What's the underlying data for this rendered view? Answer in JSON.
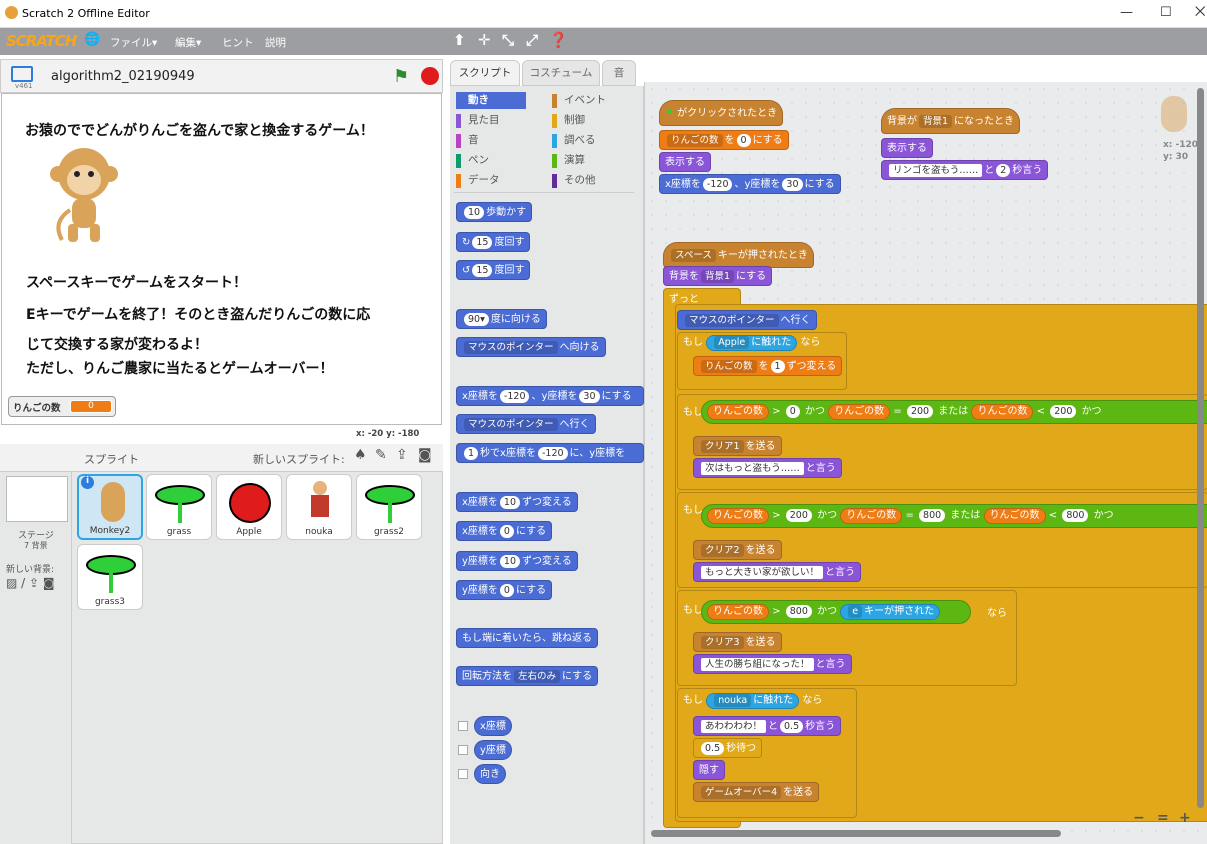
{
  "window": {
    "title": "Scratch 2 Offline Editor",
    "min": "—",
    "max": "☐",
    "close": "⨉"
  },
  "menu": {
    "logo": "SCRATCH",
    "file": "ファイル▾",
    "edit": "編集▾",
    "hint": "ヒント",
    "about": "説明",
    "tools": [
      "⬆",
      "✛",
      "⤡",
      "⤢",
      "❓"
    ]
  },
  "stage": {
    "version": "v461",
    "project_name": "algorithm2_02190949",
    "lines": [
      "お猿のででどんがりんごを盗んで家と換金するゲーム！",
      "スペースキーでゲームをスタート！",
      "Eキーでゲームを終了！そのとき盗んだりんごの数に応",
      "じて交換する家が変わるよ！",
      "ただし、りんご農家に当たるとゲームオーバー！"
    ],
    "monitor_label": "りんごの数",
    "monitor_value": "0",
    "coords": "x: -20  y: -180"
  },
  "sprites": {
    "header": "スプライト",
    "new_sprite": "新しいスプライト:",
    "stage_label": "ステージ",
    "stage_backdrops": "7 背景",
    "new_backdrop": "新しい背景:",
    "items": [
      "Monkey2",
      "grass",
      "Apple",
      "nouka",
      "grass2",
      "grass3"
    ]
  },
  "tabs": {
    "scripts": "スクリプト",
    "costumes": "コスチューム",
    "sounds": "音"
  },
  "categories": {
    "left": [
      "動き",
      "見た目",
      "音",
      "ペン",
      "データ"
    ],
    "right": [
      "イベント",
      "制御",
      "調べる",
      "演算",
      "その他"
    ],
    "left_colors": [
      "#4a6cd4",
      "#8a55d7",
      "#bb42c3",
      "#0e9a6c",
      "#ee7d16"
    ],
    "right_colors": [
      "#c88330",
      "#e1a91a",
      "#2ca5e2",
      "#5cb712",
      "#632d99"
    ]
  },
  "palette": {
    "move": "10",
    "move_t": "歩動かす",
    "turn_r": "15",
    "turn_r_t": "度回す",
    "turn_l": "15",
    "turn_l_t": "度回す",
    "point_dir": "90▾",
    "point_dir_t": "度に向ける",
    "point_to": "マウスのポインター",
    "point_to_t": "へ向ける",
    "goto_t1": "x座標を",
    "goto_x": "-120",
    "goto_t2": "、y座標を",
    "goto_y": "30",
    "goto_t3": "にする",
    "goto_ptr": "マウスのポインター",
    "goto_ptr_t": "へ行く",
    "glide_s": "1",
    "glide_t": "秒でx座標を",
    "glide_x": "-120",
    "glide_t2": "に、y座標を",
    "chx_t": "x座標を",
    "chx": "10",
    "chx_t2": "ずつ変える",
    "setx_t": "x座標を",
    "setx": "0",
    "setx_t2": "にする",
    "chy_t": "y座標を",
    "chy": "10",
    "chy_t2": "ずつ変える",
    "sety_t": "y座標を",
    "sety": "0",
    "sety_t2": "にする",
    "bounce": "もし端に着いたら、跳ね返る",
    "rot_t": "回転方法を",
    "rot": "左右のみ",
    "rot_t2": "にする",
    "rep_x": "x座標",
    "rep_y": "y座標",
    "rep_dir": "向き"
  },
  "script1": {
    "hat": "がクリックされたとき",
    "set_var": "りんごの数",
    "set_t": "を",
    "set_val": "0",
    "set_t2": "にする",
    "show": "表示する",
    "goto_t": "x座標を",
    "x": "-120",
    "goto_t2": "、y座標を",
    "y": "30",
    "goto_t3": "にする"
  },
  "script2": {
    "hat_t": "背景が",
    "hat_dd": "背景1",
    "hat_t2": "になったとき",
    "show": "表示する",
    "say": "リンゴを盗もう……",
    "say_t": "と",
    "secs": "2",
    "say_t2": "秒言う"
  },
  "script3": {
    "hat_dd": "スペース",
    "hat_t": "キーが押されたとき",
    "bg_t": "背景を",
    "bg_dd": "背景1",
    "bg_t2": "にする",
    "forever": "ずっと",
    "goto_ptr": "マウスのポインター",
    "goto_ptr_t": "へ行く",
    "if": "もし",
    "then": "なら",
    "and": "かつ",
    "or": "または",
    "touch_t": "に触れた",
    "apple": "Apple",
    "chvar": "りんごの数",
    "chvar_t": "を",
    "chvar_v": "1",
    "chvar_t2": "ずつ変える",
    "var": "りんごの数",
    "gt": ">",
    "lt": "<",
    "eq": "=",
    "v0": "0",
    "v200": "200",
    "v800": "800",
    "e": "e",
    "key_t": "キーが押された",
    "bc_t": "を送る",
    "clear1": "クリア1",
    "clear2": "クリア2",
    "clear3": "クリア3",
    "say1": "次はもっと盗もう……",
    "say2": "もっと大きい家が欲しい！",
    "say3": "人生の勝ち組になった！",
    "say_t": "と言う",
    "nouka": "nouka",
    "awa": "あわわわわ！",
    "awa_t": "と",
    "awa_s": "0.5",
    "awa_t2": "秒言う",
    "wait": "0.5",
    "wait_t": "秒待つ",
    "hide": "隠す",
    "gameover": "ゲームオーバー4"
  },
  "sprite_info": {
    "x": "x: -120",
    "y": "y: 30"
  },
  "zoom": {
    "out": "−",
    "reset": "=",
    "in": "+"
  }
}
